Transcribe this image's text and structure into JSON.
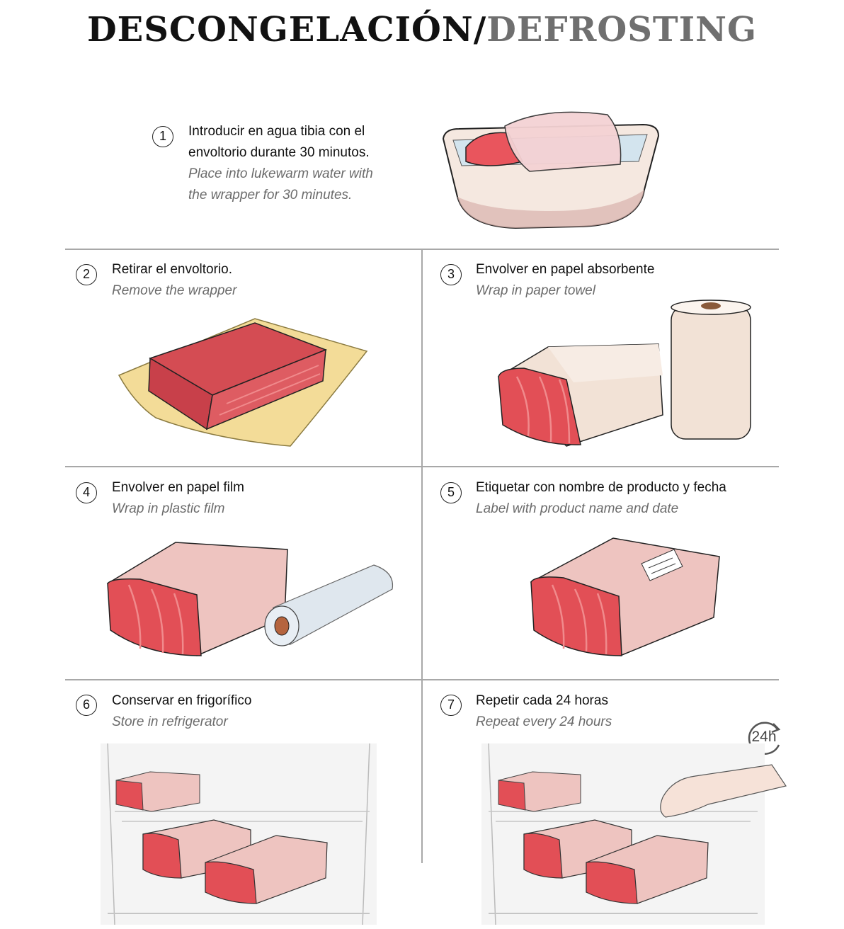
{
  "title": {
    "es": "DESCONGELACIÓN/",
    "en": "DEFROSTING"
  },
  "steps": [
    {
      "num": "1",
      "es_1": "Introducir en agua tibia con el",
      "es_2": "envoltorio durante 30 minutos.",
      "en_1": "Place into lukewarm water with",
      "en_2": "the wrapper for 30 minutes."
    },
    {
      "num": "2",
      "es": "Retirar el envoltorio.",
      "en": "Remove the wrapper"
    },
    {
      "num": "3",
      "es": "Envolver en papel absorbente",
      "en": "Wrap in paper towel"
    },
    {
      "num": "4",
      "es": "Envolver en papel film",
      "en": "Wrap in plastic film"
    },
    {
      "num": "5",
      "es": "Etiquetar con nombre de producto y fecha",
      "en": "Label with product name and date"
    },
    {
      "num": "6",
      "es": "Conservar en frigorífico",
      "en": "Store in refrigerator"
    },
    {
      "num": "7",
      "es": "Repetir cada 24 horas",
      "en": "Repeat every 24 hours"
    }
  ],
  "repeat_badge": "24h",
  "colors": {
    "tuna": "#e0545a",
    "tuna_stripe": "#f08a8c",
    "wrap": "#eec4c0",
    "towel": "#f2e2d6",
    "paper": "#f3dc98",
    "divider": "#a8a8a8"
  }
}
